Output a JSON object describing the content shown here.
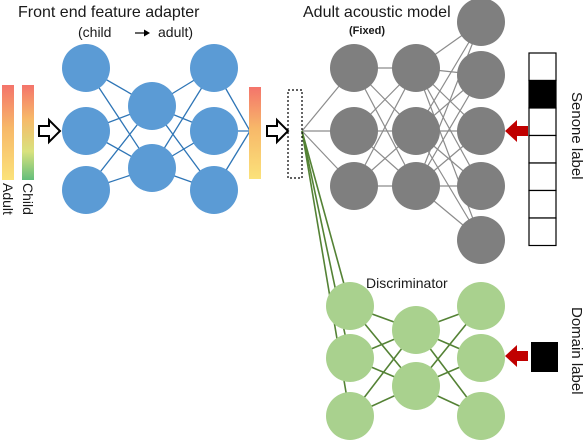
{
  "adapter": {
    "title": "Front end feature adapter",
    "subtitle_left": "(child",
    "subtitle_right": "adult)"
  },
  "acoustic_model": {
    "title": "Adult acoustic model",
    "subtitle": "(Fixed)"
  },
  "discriminator": {
    "title": "Discriminator"
  },
  "labels": {
    "adult": "Adult",
    "child": "Child",
    "senone": "Senone label",
    "domain": "Domain label"
  },
  "colors": {
    "adapter_node": "#5b9bd5",
    "adapter_edge": "#2e75b6",
    "acoustic_node": "#7f7f7f",
    "acoustic_edge": "#8c8c8c",
    "disc_node": "#a9d18e",
    "disc_edge": "#548235",
    "arrow_red": "#c00000"
  },
  "senone_label": {
    "cells": 7,
    "active_index": 1
  }
}
